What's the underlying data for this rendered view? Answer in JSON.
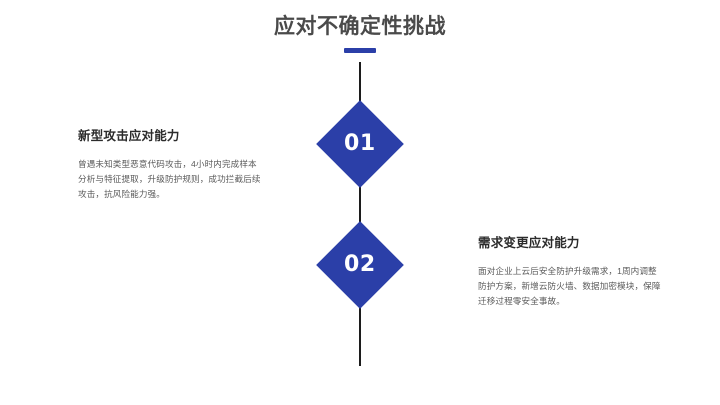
{
  "slide": {
    "title": "应对不确定性挑战",
    "accent_color": "#2B3FA8",
    "title_color": "#4a4a4a",
    "axis_color": "#1c1c1c",
    "background_color": "#ffffff"
  },
  "timeline": {
    "nodes": [
      {
        "number": "01",
        "side": "left",
        "heading": "新型攻击应对能力",
        "body": "曾遇未知类型恶意代码攻击，4小时内完成样本分析与特征提取，升级防护规则，成功拦截后续攻击，抗风险能力强。"
      },
      {
        "number": "02",
        "side": "right",
        "heading": "需求变更应对能力",
        "body": "面对企业上云后安全防护升级需求，1周内调整防护方案，新增云防火墙、数据加密模块，保障迁移过程零安全事故。"
      }
    ]
  }
}
